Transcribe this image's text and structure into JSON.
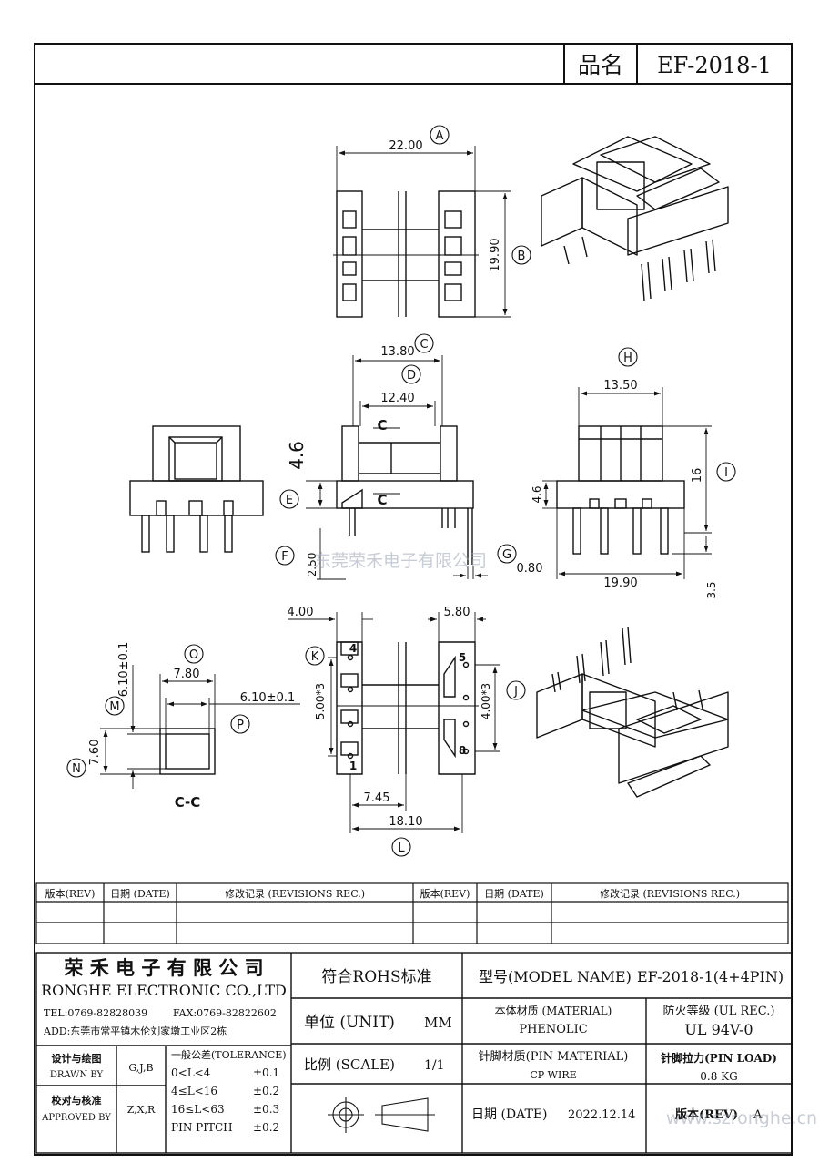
{
  "title_block": {
    "name_label": "品名",
    "part_no": "EF-2018-1"
  },
  "dims": {
    "d22": "22.00",
    "d1990": "19.90",
    "d1380": "13.80",
    "d1240": "12.40",
    "d46a": "4.6",
    "d250": "2.50",
    "d080": "0.80",
    "d1350": "13.50",
    "d16": "16",
    "d46b": "4.6",
    "d1990b": "19.90",
    "d35": "3.5",
    "d400": "4.00",
    "d580": "5.80",
    "d500x3": "5.00*3",
    "d400x3": "4.00*3",
    "d745": "7.45",
    "d1810": "18.10",
    "d610a": "6.10±0.1",
    "d780": "7.80",
    "d610b": "6.10±0.1",
    "d760": "7.60"
  },
  "callouts": {
    "A": "A",
    "B": "B",
    "C": "C",
    "D": "D",
    "E": "E",
    "F": "F",
    "G": "G",
    "H": "H",
    "I": "I",
    "J": "J",
    "K": "K",
    "L": "L",
    "M": "M",
    "N": "N",
    "O": "O",
    "P": "P"
  },
  "section": {
    "c_upper": "C",
    "c_lower": "C",
    "cc_label": "C-C"
  },
  "pins": {
    "p4": "4",
    "p5": "5",
    "p1": "1",
    "p8": "8"
  },
  "revisions": {
    "rev": "版本(REV)",
    "date": "日期 (DATE)",
    "rec": "修改记录 (REVISIONS REC.)"
  },
  "company": {
    "name_cn": "荣 禾 电 子 有 限 公 司",
    "name_en": "RONGHE ELECTRONIC CO.,LTD",
    "tel": "TEL:0769-82828039",
    "fax": "FAX:0769-82822602",
    "addr": "ADD:东莞市常平镇木伦刘家墩工业区2栋"
  },
  "footer": {
    "rohs": "符合ROHS标准",
    "model_label": "型号(MODEL NAME)",
    "model_value": "EF-2018-1(4+4PIN)",
    "unit_label": "单位 (UNIT)",
    "unit_value": "MM",
    "material_label": "本体材质 (MATERIAL)",
    "material_value": "PHENOLIC",
    "ul_label": "防火等级 (UL REC.)",
    "ul_value": "UL 94V-0",
    "drawn_label_cn": "设计与绘图",
    "drawn_label_en": "DRAWN BY",
    "drawn_value": "G,J,B",
    "approved_label_cn": "校对与核准",
    "approved_label_en": "APPROVED BY",
    "approved_value": "Z,X,R",
    "tol_title": "一般公差(TOLERANCE)",
    "tol1_range": "0<L<4",
    "tol1_val": "±0.1",
    "tol2_range": "4≤L<16",
    "tol2_val": "±0.2",
    "tol3_range": "16≤L<63",
    "tol3_val": "±0.3",
    "tol4_range": "PIN PITCH",
    "tol4_val": "±0.2",
    "scale_label": "比例 (SCALE)",
    "scale_value": "1/1",
    "pin_material_label": "针脚材质(PIN MATERIAL)",
    "pin_material_value": "CP WIRE",
    "pin_load_label": "针脚拉力(PIN LOAD)",
    "pin_load_value": "0.8 KG",
    "date_label": "日期 (DATE)",
    "date_value": "2022.12.14",
    "rev_label": "版本(REV)",
    "rev_value": "A"
  },
  "watermarks": {
    "center": "东莞荣禾电子有限公司",
    "corner": "www.szronghe.cn"
  }
}
